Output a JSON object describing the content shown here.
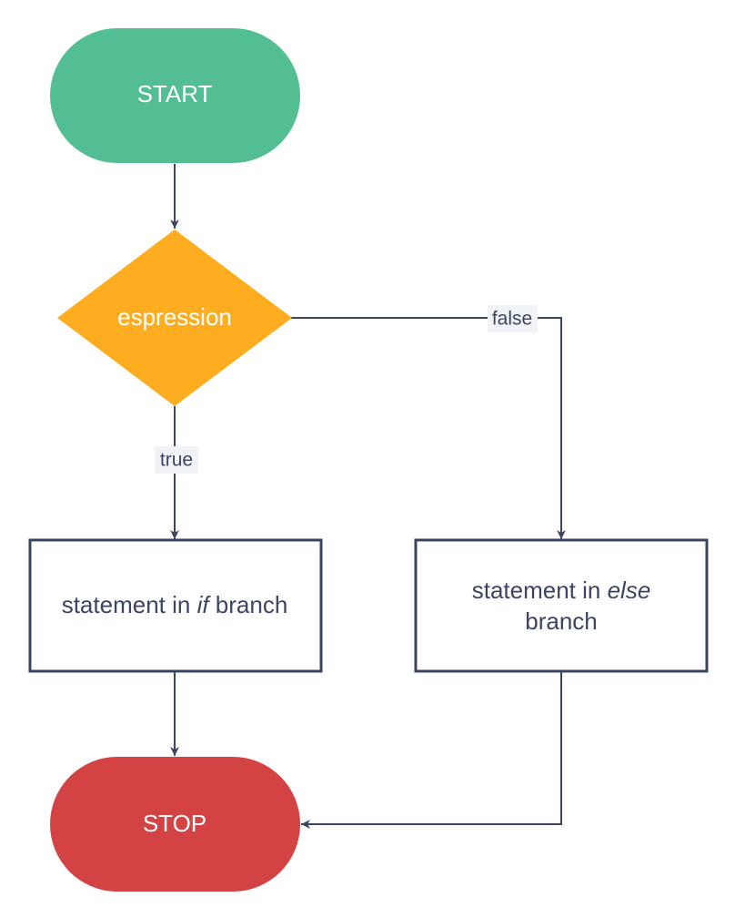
{
  "colors": {
    "start_fill": "#52be92",
    "decision_fill": "#fdad1f",
    "stop_fill": "#d34343",
    "line": "#3d4461",
    "box_border": "#3d4461",
    "box_fill": "#ffffff",
    "label_bg": "#f1f3f7",
    "light_text": "#ffffff",
    "dark_text": "#3d4461"
  },
  "nodes": {
    "start": {
      "label": "START"
    },
    "decision": {
      "label": "espression"
    },
    "if_box": {
      "text_before": "statement in ",
      "keyword": "if",
      "text_after": " branch"
    },
    "else_box": {
      "line1_before": "statement in ",
      "keyword": "else",
      "line2": "branch"
    },
    "stop": {
      "label": "STOP"
    }
  },
  "edges": {
    "true_label": "true",
    "false_label": "false"
  }
}
